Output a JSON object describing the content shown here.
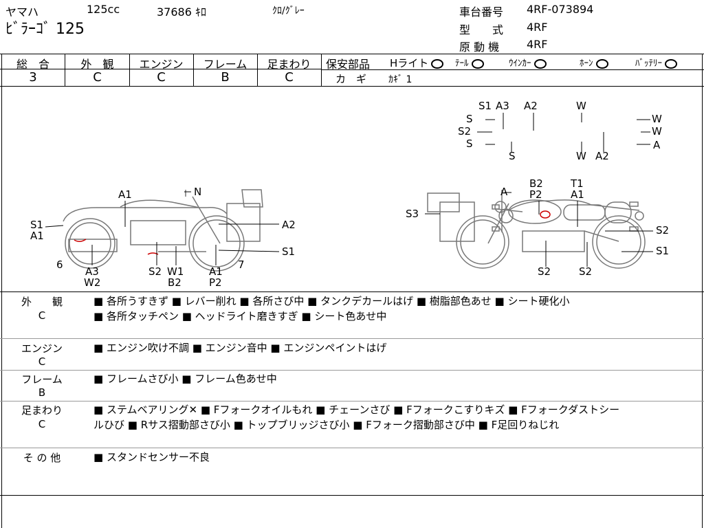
{
  "header": {
    "maker": "ヤマハ",
    "displacement": "125cc",
    "mileage": "37686 ｷﾛ",
    "color": "ｸﾛ/ｸﾞﾚｰ",
    "model_name": "ﾋﾞﾗｰｺﾞ 125",
    "frame_no_label": "車台番号",
    "frame_no": "4RF-073894",
    "type_label": "型　　式",
    "type": "4RF",
    "engine_label": "原 動 機",
    "engine": "4RF"
  },
  "grades": {
    "headers": [
      "総　合",
      "外　観",
      "エンジン",
      "フレーム",
      "足まわり"
    ],
    "values": [
      "3",
      "C",
      "C",
      "B",
      "C"
    ]
  },
  "safety": {
    "label": "保安部品",
    "items": [
      {
        "name": "Hライト",
        "mark": "O"
      },
      {
        "name": "ﾃｰﾙ",
        "mark": "O"
      },
      {
        "name": "ｳｲﾝｶｰ",
        "mark": "O"
      },
      {
        "name": "ﾎｰﾝ",
        "mark": "O"
      },
      {
        "name": "ﾊﾞｯﾃﾘｰ",
        "mark": "O"
      }
    ],
    "key_label": "カ　ギ",
    "key_value": "ｶｷﾞ 1"
  },
  "diagram": {
    "top_labels": [
      "S1",
      "A3",
      "A2",
      "W",
      "S",
      "S2",
      "S",
      "S",
      "W",
      "A2",
      "W",
      "W",
      "A"
    ],
    "left_labels": [
      "A1",
      "N",
      "S1",
      "A1",
      "A2",
      "S1",
      "6",
      "7",
      "A3",
      "W2",
      "S2",
      "W1",
      "B2",
      "A1",
      "P2"
    ],
    "right_labels": [
      "B2",
      "P2",
      "T1",
      "A1",
      "A",
      "S3",
      "S2",
      "S1",
      "S2",
      "S2"
    ]
  },
  "details": [
    {
      "category": "外　　観",
      "grade": "C",
      "lines": [
        "■ 各所うすきず ■ レバー削れ ■ 各所さび中 ■ タンクデカールはげ ■ 樹脂部色あせ ■ シート硬化小",
        "■ 各所タッチペン ■ ヘッドライト磨きすぎ ■ シート色あせ中"
      ]
    },
    {
      "category": "エンジン",
      "grade": "C",
      "lines": [
        "■ エンジン吹け不調 ■ エンジン音中 ■ エンジンペイントはげ"
      ]
    },
    {
      "category": "フレーム",
      "grade": "B",
      "lines": [
        "■ フレームさび小 ■ フレーム色あせ中"
      ]
    },
    {
      "category": "足まわり",
      "grade": "C",
      "lines": [
        "■ ステムベアリング✕ ■ Fフォークオイルもれ ■ チェーンさび ■ Fフォークこすりキズ ■ Fフォークダストシー",
        "ルひび ■ Rサス摺動部さび小 ■ トップブリッジさび小 ■ Fフォーク摺動部さび中 ■ F足回りねじれ"
      ]
    },
    {
      "category": "そ の 他",
      "grade": "",
      "lines": [
        "■ スタンドセンサー不良"
      ]
    }
  ]
}
